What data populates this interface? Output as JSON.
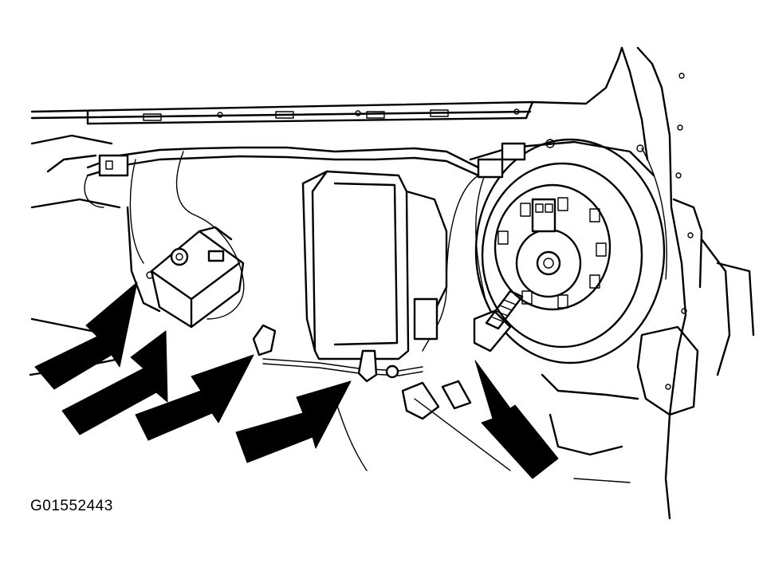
{
  "figure": {
    "id_label": "G01552443"
  },
  "callouts": [
    {
      "name": "arrow-1",
      "target": "actuator"
    },
    {
      "name": "arrow-2",
      "target": "actuator"
    },
    {
      "name": "arrow-3",
      "target": "wire-clip"
    },
    {
      "name": "arrow-4",
      "target": "wire-clip"
    },
    {
      "name": "arrow-5",
      "target": "blower-motor-connector"
    }
  ]
}
